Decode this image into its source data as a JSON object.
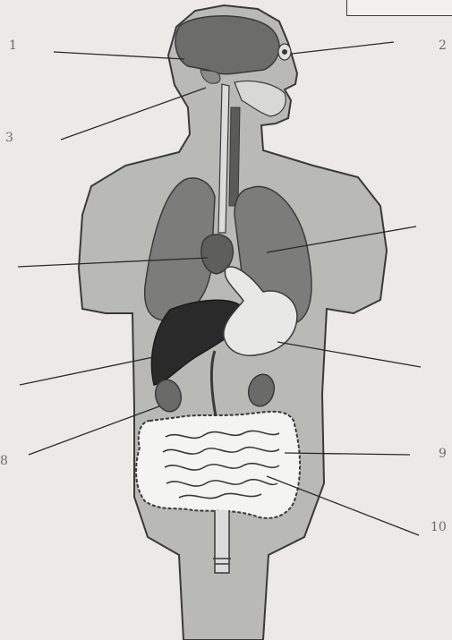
{
  "labels": {
    "l1": "1",
    "l2": "2",
    "l3": "3",
    "l8": "8",
    "l9": "9",
    "l10": "10"
  },
  "colors": {
    "paper": "#eceae6",
    "body_fill": "#b9b9b6",
    "outline": "#3a3a3a",
    "brain": "#6c6c6a",
    "lungs": "#7c7c7a",
    "liver": "#2a2a2a",
    "stomach": "#e8e8e6",
    "kidney": "#6a6a68",
    "intestine": "#f4f4f2"
  }
}
